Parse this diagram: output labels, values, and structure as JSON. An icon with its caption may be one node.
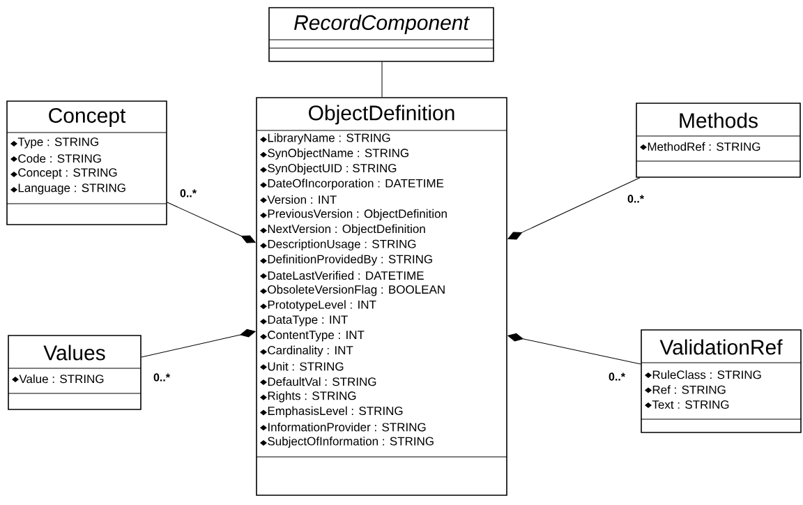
{
  "diagram": {
    "nodes": [
      {
        "text": [
          "RecordComponent"
        ]
      },
      {
        "text": [
          "ObjectDefinition",
          "LibraryName : STRING",
          "SynObjectName : STRING",
          "SynObjectUID : STRING",
          "DateOfIncorporation : DATETIME",
          "Version : INT",
          "PreviousVersion : ObjectDefinition",
          "NextVersion : ObjectDefinition",
          "DescriptionUsage : STRING",
          "DefinitionProvidedBy : STRING",
          "DateLastVerified : DATETIME",
          "ObsoleteVersionFlag : BOOLEAN",
          "PrototypeLevel : INT",
          "DataType : INT",
          "ContentType : INT",
          "Cardinality : INT",
          "Unit : STRING",
          "DefaultVal : STRING",
          "Rights : STRING",
          "EmphasisLevel : STRING",
          "InformationProvider : STRING",
          "SubjectOfInformation : STRING"
        ]
      },
      {
        "text": [
          "Concept",
          "Type : STRING",
          "Code : STRING",
          "Concept : STRING",
          "Language : STRING"
        ]
      },
      {
        "text": [
          "Methods",
          "MethodRef : STRING"
        ]
      },
      {
        "text": [
          "Values",
          "Value : STRING"
        ]
      },
      {
        "text": [
          "ValidationRef",
          "RuleClass : STRING",
          "Ref : STRING",
          "Text : STRING"
        ]
      }
    ],
    "edges": [
      {
        "from": 0,
        "to": 1,
        "arrow": "none"
      },
      {
        "from": 2,
        "to": 1,
        "arrow": "other",
        "label": "0..*"
      },
      {
        "from": 3,
        "to": 1,
        "arrow": "other",
        "label": "0..*"
      },
      {
        "from": 4,
        "to": 1,
        "arrow": "other",
        "label": "0..*"
      },
      {
        "from": 5,
        "to": 1,
        "arrow": "other",
        "label": "0..*"
      }
    ]
  }
}
